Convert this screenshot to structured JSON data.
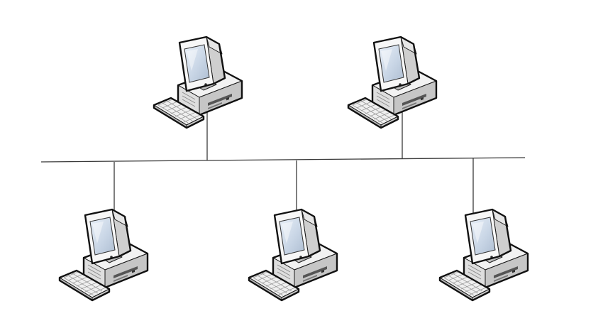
{
  "diagram": {
    "type": "bus-topology-network",
    "node_icon": "desktop-computer-icon",
    "colors": {
      "line": "#3a3a3a",
      "outline": "#111111",
      "case_light": "#f4f4f4",
      "case_mid": "#d9d9d9",
      "case_dark": "#b8b8b8",
      "screen": "#c9d6e6",
      "screen_glare": "#ffffff"
    },
    "nodes": [
      {
        "id": "top-left",
        "position": "above-bus"
      },
      {
        "id": "top-right",
        "position": "above-bus"
      },
      {
        "id": "bottom-left",
        "position": "below-bus"
      },
      {
        "id": "bottom-center",
        "position": "below-bus"
      },
      {
        "id": "bottom-right",
        "position": "below-bus"
      }
    ]
  }
}
